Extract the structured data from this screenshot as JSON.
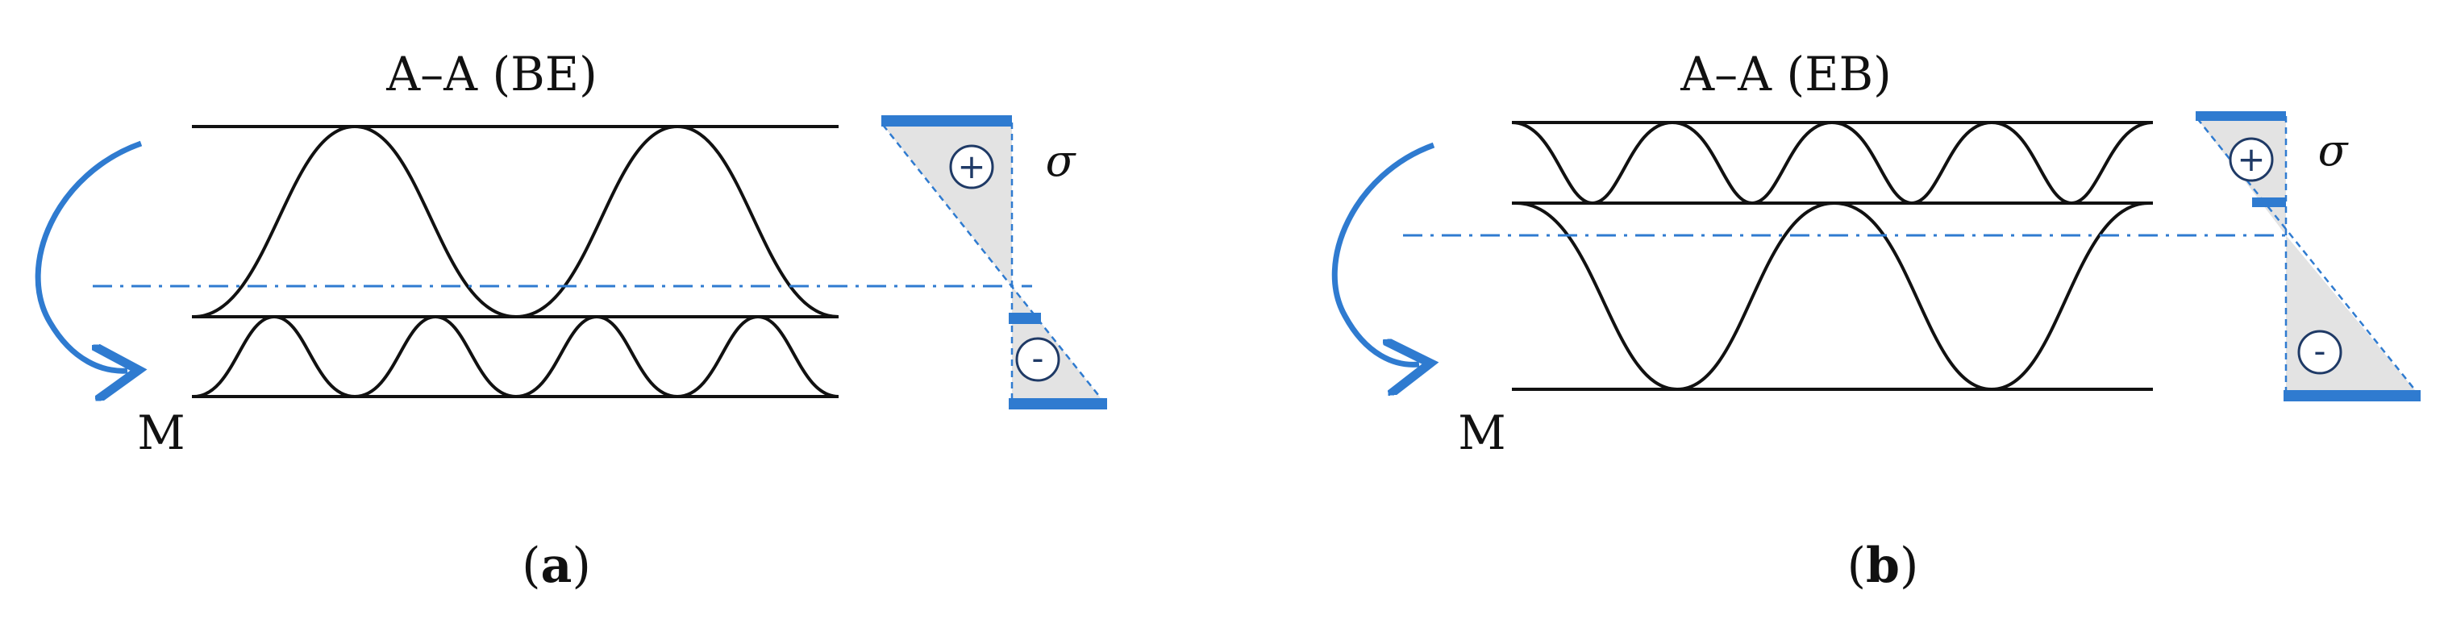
{
  "panels": [
    {
      "id": "a",
      "title": "A–A (BE)",
      "moment_label": "M",
      "stress_label": "σ",
      "positive_sign": "+",
      "negative_sign": "-",
      "caption_open": "(",
      "caption_letter": "a",
      "caption_close": ")"
    },
    {
      "id": "b",
      "title": "A–A (EB)",
      "moment_label": "M",
      "stress_label": "σ",
      "positive_sign": "+",
      "negative_sign": "-",
      "caption_open": "(",
      "caption_letter": "b",
      "caption_close": ")"
    }
  ],
  "colors": {
    "line": "#111111",
    "accent": "#2f7bd0",
    "fill": "#e3e3e3"
  }
}
